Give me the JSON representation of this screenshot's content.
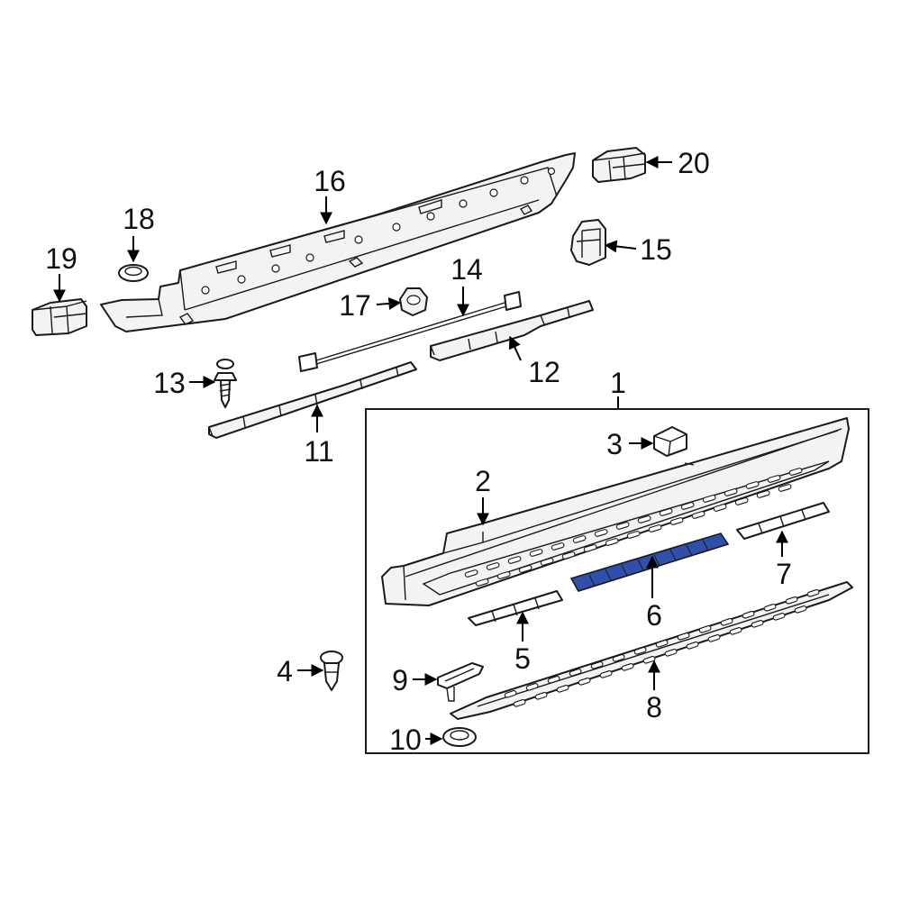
{
  "colors": {
    "highlight": "#2f4fa8",
    "line": "#1a1a1a",
    "fill": "#f3f3f3"
  },
  "callouts": {
    "c1": "1",
    "c2": "2",
    "c3": "3",
    "c4": "4",
    "c5": "5",
    "c6": "6",
    "c7": "7",
    "c8": "8",
    "c9": "9",
    "c10": "10",
    "c11": "11",
    "c12": "12",
    "c13": "13",
    "c14": "14",
    "c15": "15",
    "c16": "16",
    "c17": "17",
    "c18": "18",
    "c19": "19",
    "c20": "20"
  },
  "highlighted_part": "6"
}
